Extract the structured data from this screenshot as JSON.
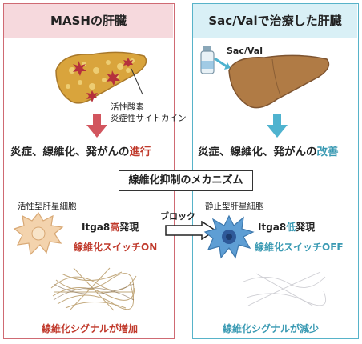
{
  "left": {
    "title": "MASHの肝臓",
    "annotation_line1": "活性酸素",
    "annotation_line2": "炎症性サイトカイン",
    "outcome_prefix": "炎症、線維化、発がんの",
    "outcome_emph": "進行",
    "cell_label": "活性型肝星細胞",
    "itga8_prefix": "Itga8",
    "itga8_emph": "高",
    "itga8_suffix": "発現",
    "switch_text": "線維化スイッチON",
    "signal_text": "線維化シグナルが増加"
  },
  "right": {
    "title": "Sac/Valで治療した肝臓",
    "drug_label": "Sac/Val",
    "outcome_prefix": "炎症、線維化、発がんの",
    "outcome_emph": "改善",
    "cell_label": "静止型肝星細胞",
    "itga8_prefix": "Itga8",
    "itga8_emph": "低",
    "itga8_suffix": "発現",
    "switch_text": "線維化スイッチOFF",
    "signal_text": "線維化シグナルが減少"
  },
  "mechanism_title": "線維化抑制のメカニズム",
  "block_label": "ブロック",
  "colors": {
    "left_accent": "#cf6a73",
    "right_accent": "#57b3c9",
    "down_arrow_left": "#d2555e",
    "down_arrow_right": "#4fb3cf",
    "emph_red": "#c0392b",
    "emph_teal": "#3a9ab3"
  },
  "icons": [
    "diseased-liver-icon",
    "healthy-liver-icon",
    "vial-icon",
    "activated-stellate-cell-icon",
    "quiescent-stellate-cell-icon",
    "fibers-dense-icon",
    "fibers-sparse-icon",
    "block-arrow-icon"
  ]
}
